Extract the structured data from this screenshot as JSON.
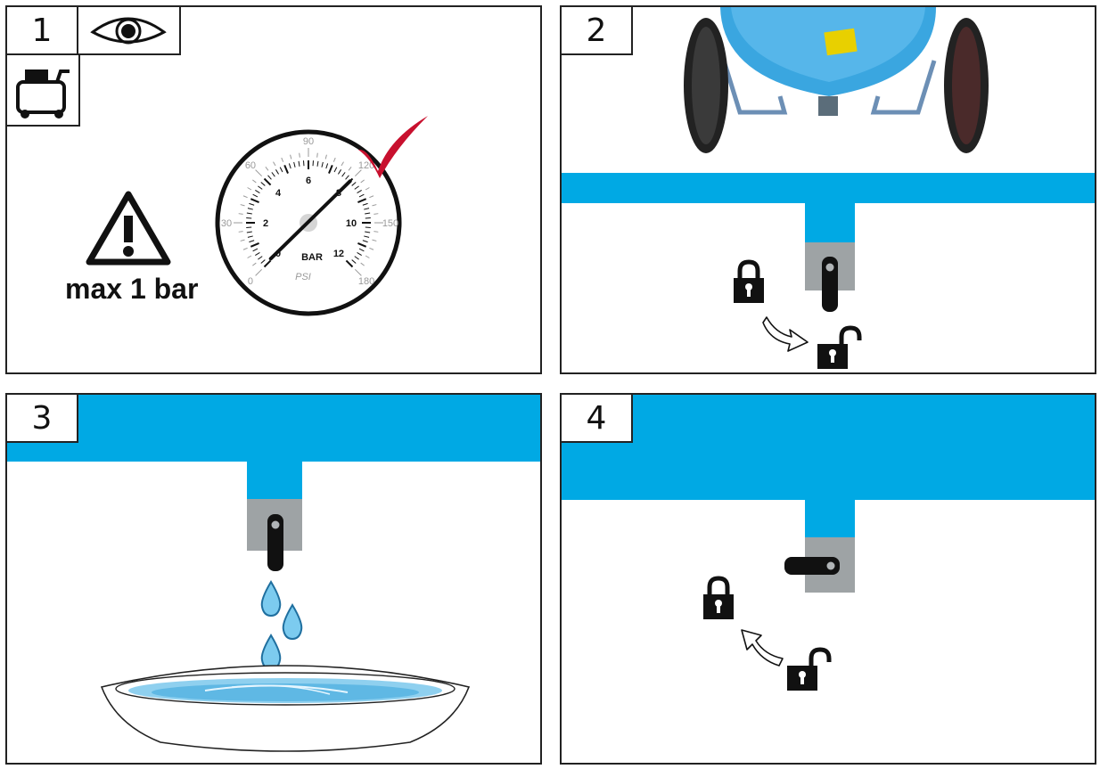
{
  "steps": [
    {
      "number": "1",
      "warning": "max  1 bar",
      "gauge": {
        "bar_unit": "BAR",
        "psi_unit": "PSI",
        "bar_ticks": [
          "0",
          "2",
          "4",
          "6",
          "8",
          "10",
          "12"
        ],
        "psi_ticks": [
          "0",
          "30",
          "60",
          "90",
          "120",
          "150",
          "180"
        ]
      }
    },
    {
      "number": "2"
    },
    {
      "number": "3"
    },
    {
      "number": "4"
    }
  ],
  "colors": {
    "water": "#00a9e4",
    "valve_body": "#9ea3a5",
    "check": "#c8102e",
    "tank": "#3aa6e0"
  },
  "icons": [
    "eye-icon",
    "compressor-icon",
    "warning-icon",
    "pressure-gauge",
    "padlock-locked-icon",
    "padlock-unlocked-icon",
    "curved-arrow-icon",
    "water-drop-icon",
    "drip-tray"
  ]
}
